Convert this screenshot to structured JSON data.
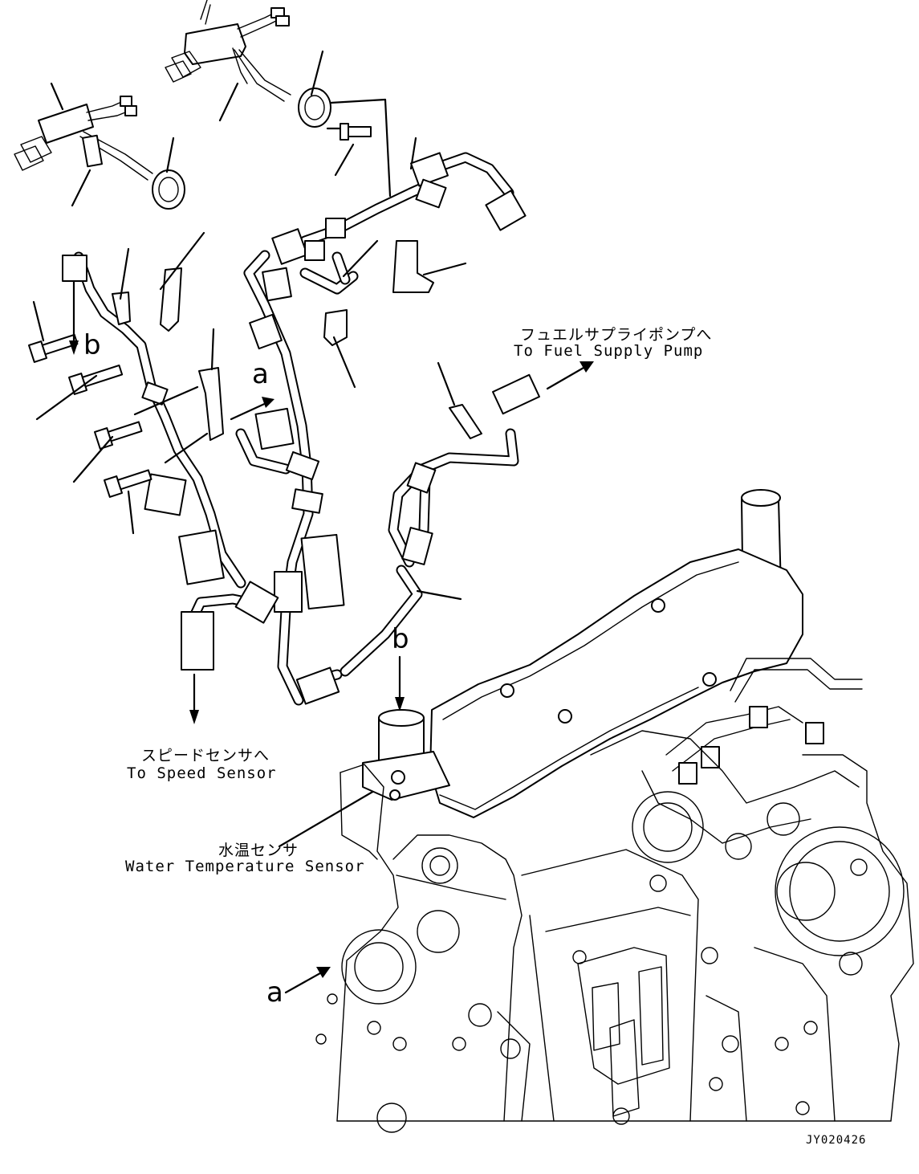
{
  "labels": {
    "fuel_pump_jp": "フュエルサプライポンプへ",
    "fuel_pump_en": "To Fuel Supply Pump",
    "speed_sensor_jp": "スピードセンサへ",
    "speed_sensor_en": "To Speed Sensor",
    "water_temp_jp": "水温センサ",
    "water_temp_en": "Water Temperature Sensor",
    "ref_a": "a",
    "ref_b": "b",
    "drawing_code": "JY020426"
  }
}
